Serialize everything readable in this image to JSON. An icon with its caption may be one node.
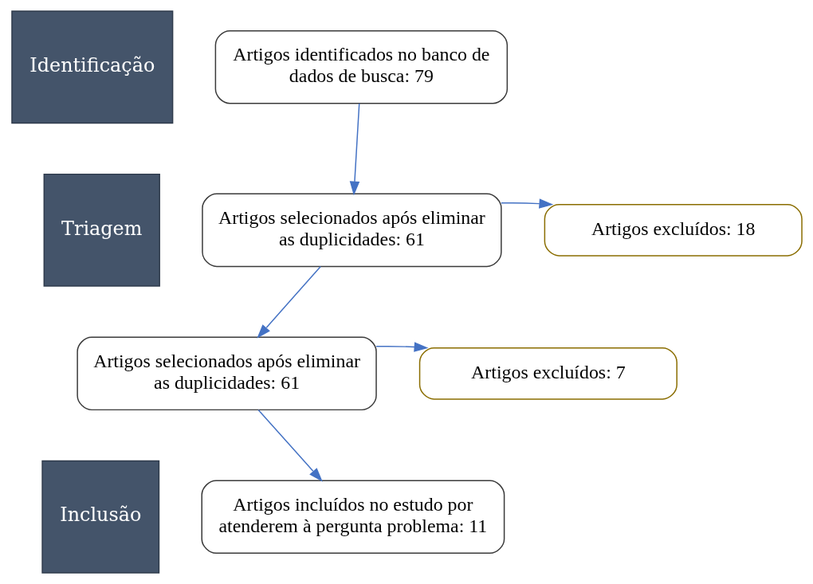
{
  "diagram": {
    "nodes": [
      {
        "text": [
          "Identificação"
        ]
      },
      {
        "text": [
          "Artigos identificados no banco de dados de busca: 79"
        ]
      },
      {
        "text": [
          "Triagem"
        ]
      },
      {
        "text": [
          "Artigos selecionados após eliminar as duplicidades: 61"
        ]
      },
      {
        "text": [
          "Artigos excluídos: 18"
        ]
      },
      {
        "text": [
          "Artigos selecionados após eliminar as duplicidades: 61"
        ]
      },
      {
        "text": [
          "Artigos excluídos: 7"
        ]
      },
      {
        "text": [
          "Inclusão"
        ]
      },
      {
        "text": [
          "Artigos incluídos no estudo por atenderem à pergunta problema: 11"
        ]
      }
    ],
    "edges": [
      {
        "from": 1,
        "to": 3,
        "arrow": "to"
      },
      {
        "from": 3,
        "to": 4,
        "arrow": "to"
      },
      {
        "from": 3,
        "to": 5,
        "arrow": "to"
      },
      {
        "from": 5,
        "to": 6,
        "arrow": "to"
      },
      {
        "from": 5,
        "to": 8,
        "arrow": "to"
      }
    ]
  }
}
